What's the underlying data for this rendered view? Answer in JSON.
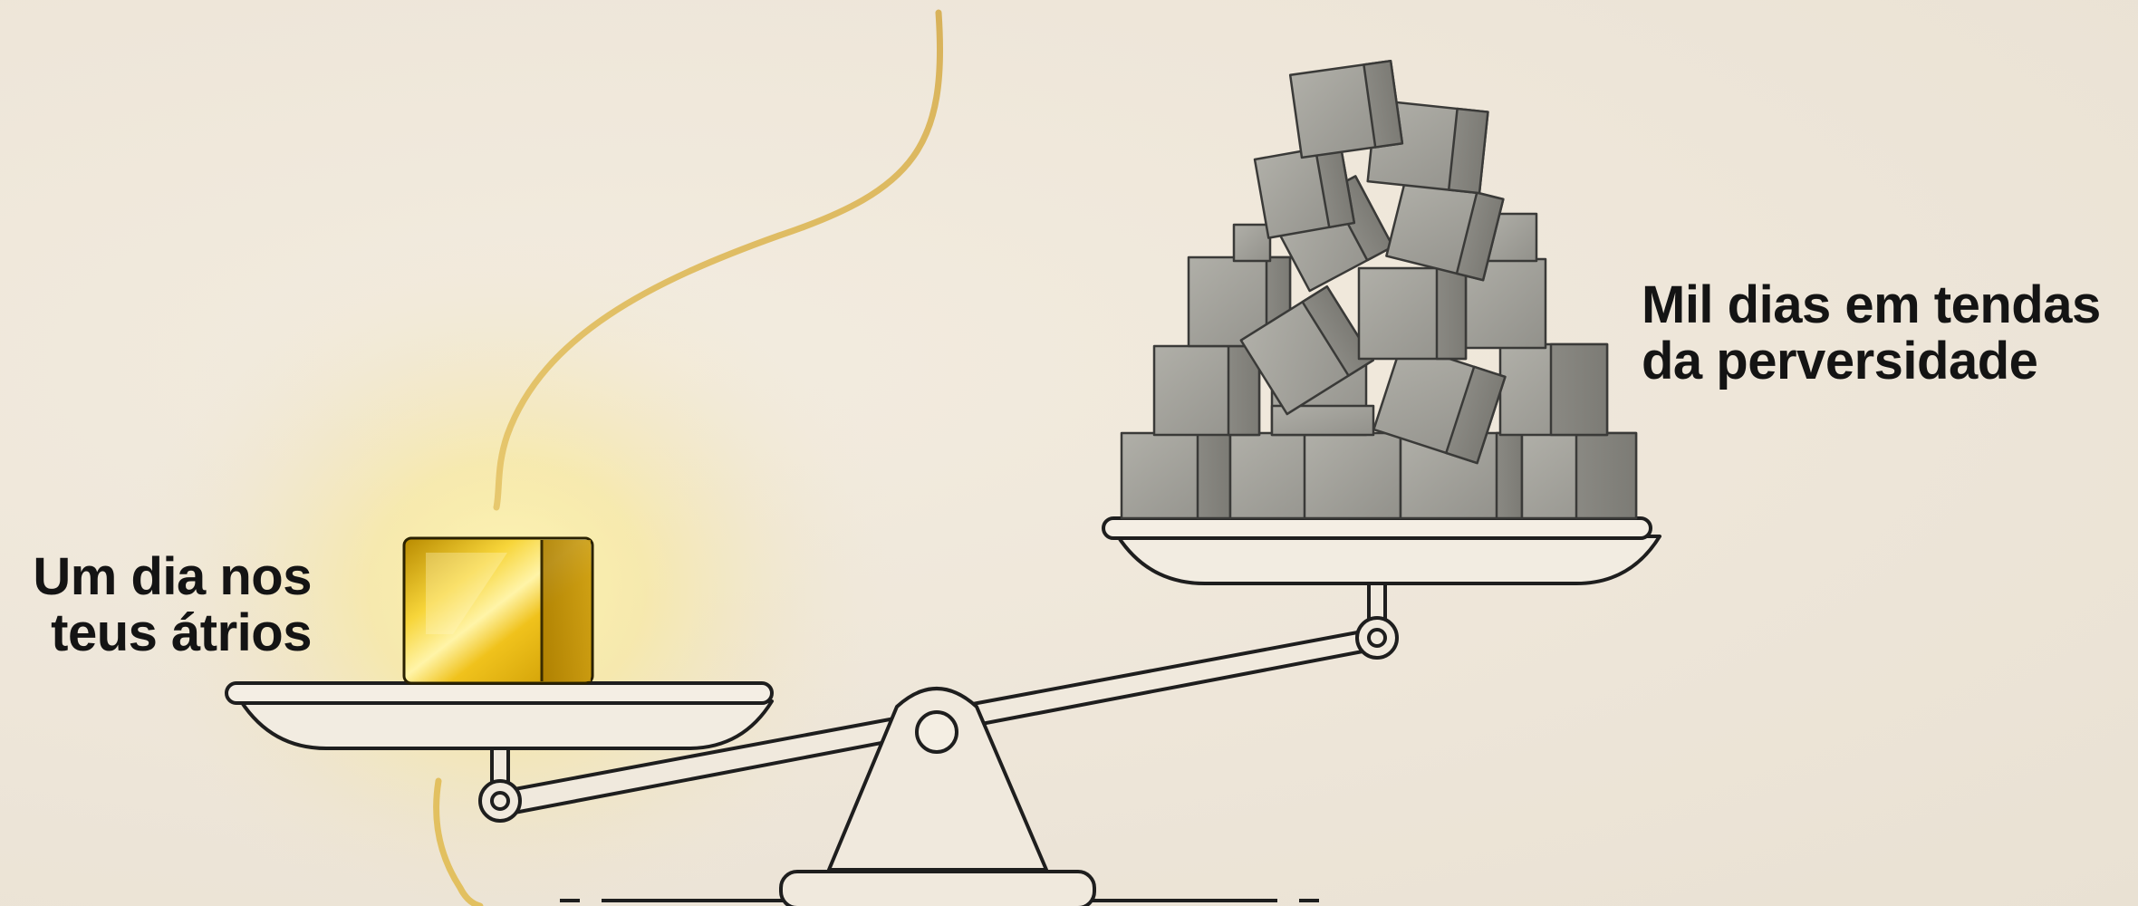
{
  "left_pan": {
    "label_lines": [
      "Um dia nos",
      "teus átrios"
    ],
    "item": "gold-block"
  },
  "right_pan": {
    "label_lines": [
      "Mil dias em tendas",
      "da perversidade"
    ],
    "item": "pile-of-gray-blocks"
  },
  "colors": {
    "background": "#efe8dc",
    "gold": "#e6b800",
    "gold_glow": "#fff6b0",
    "gray_block": "#9d9c96",
    "line": "#1e1e1e",
    "thread": "#d9b45c"
  },
  "icons": [
    "balance-scale-icon",
    "gold-block-icon",
    "stone-blocks-icon"
  ]
}
